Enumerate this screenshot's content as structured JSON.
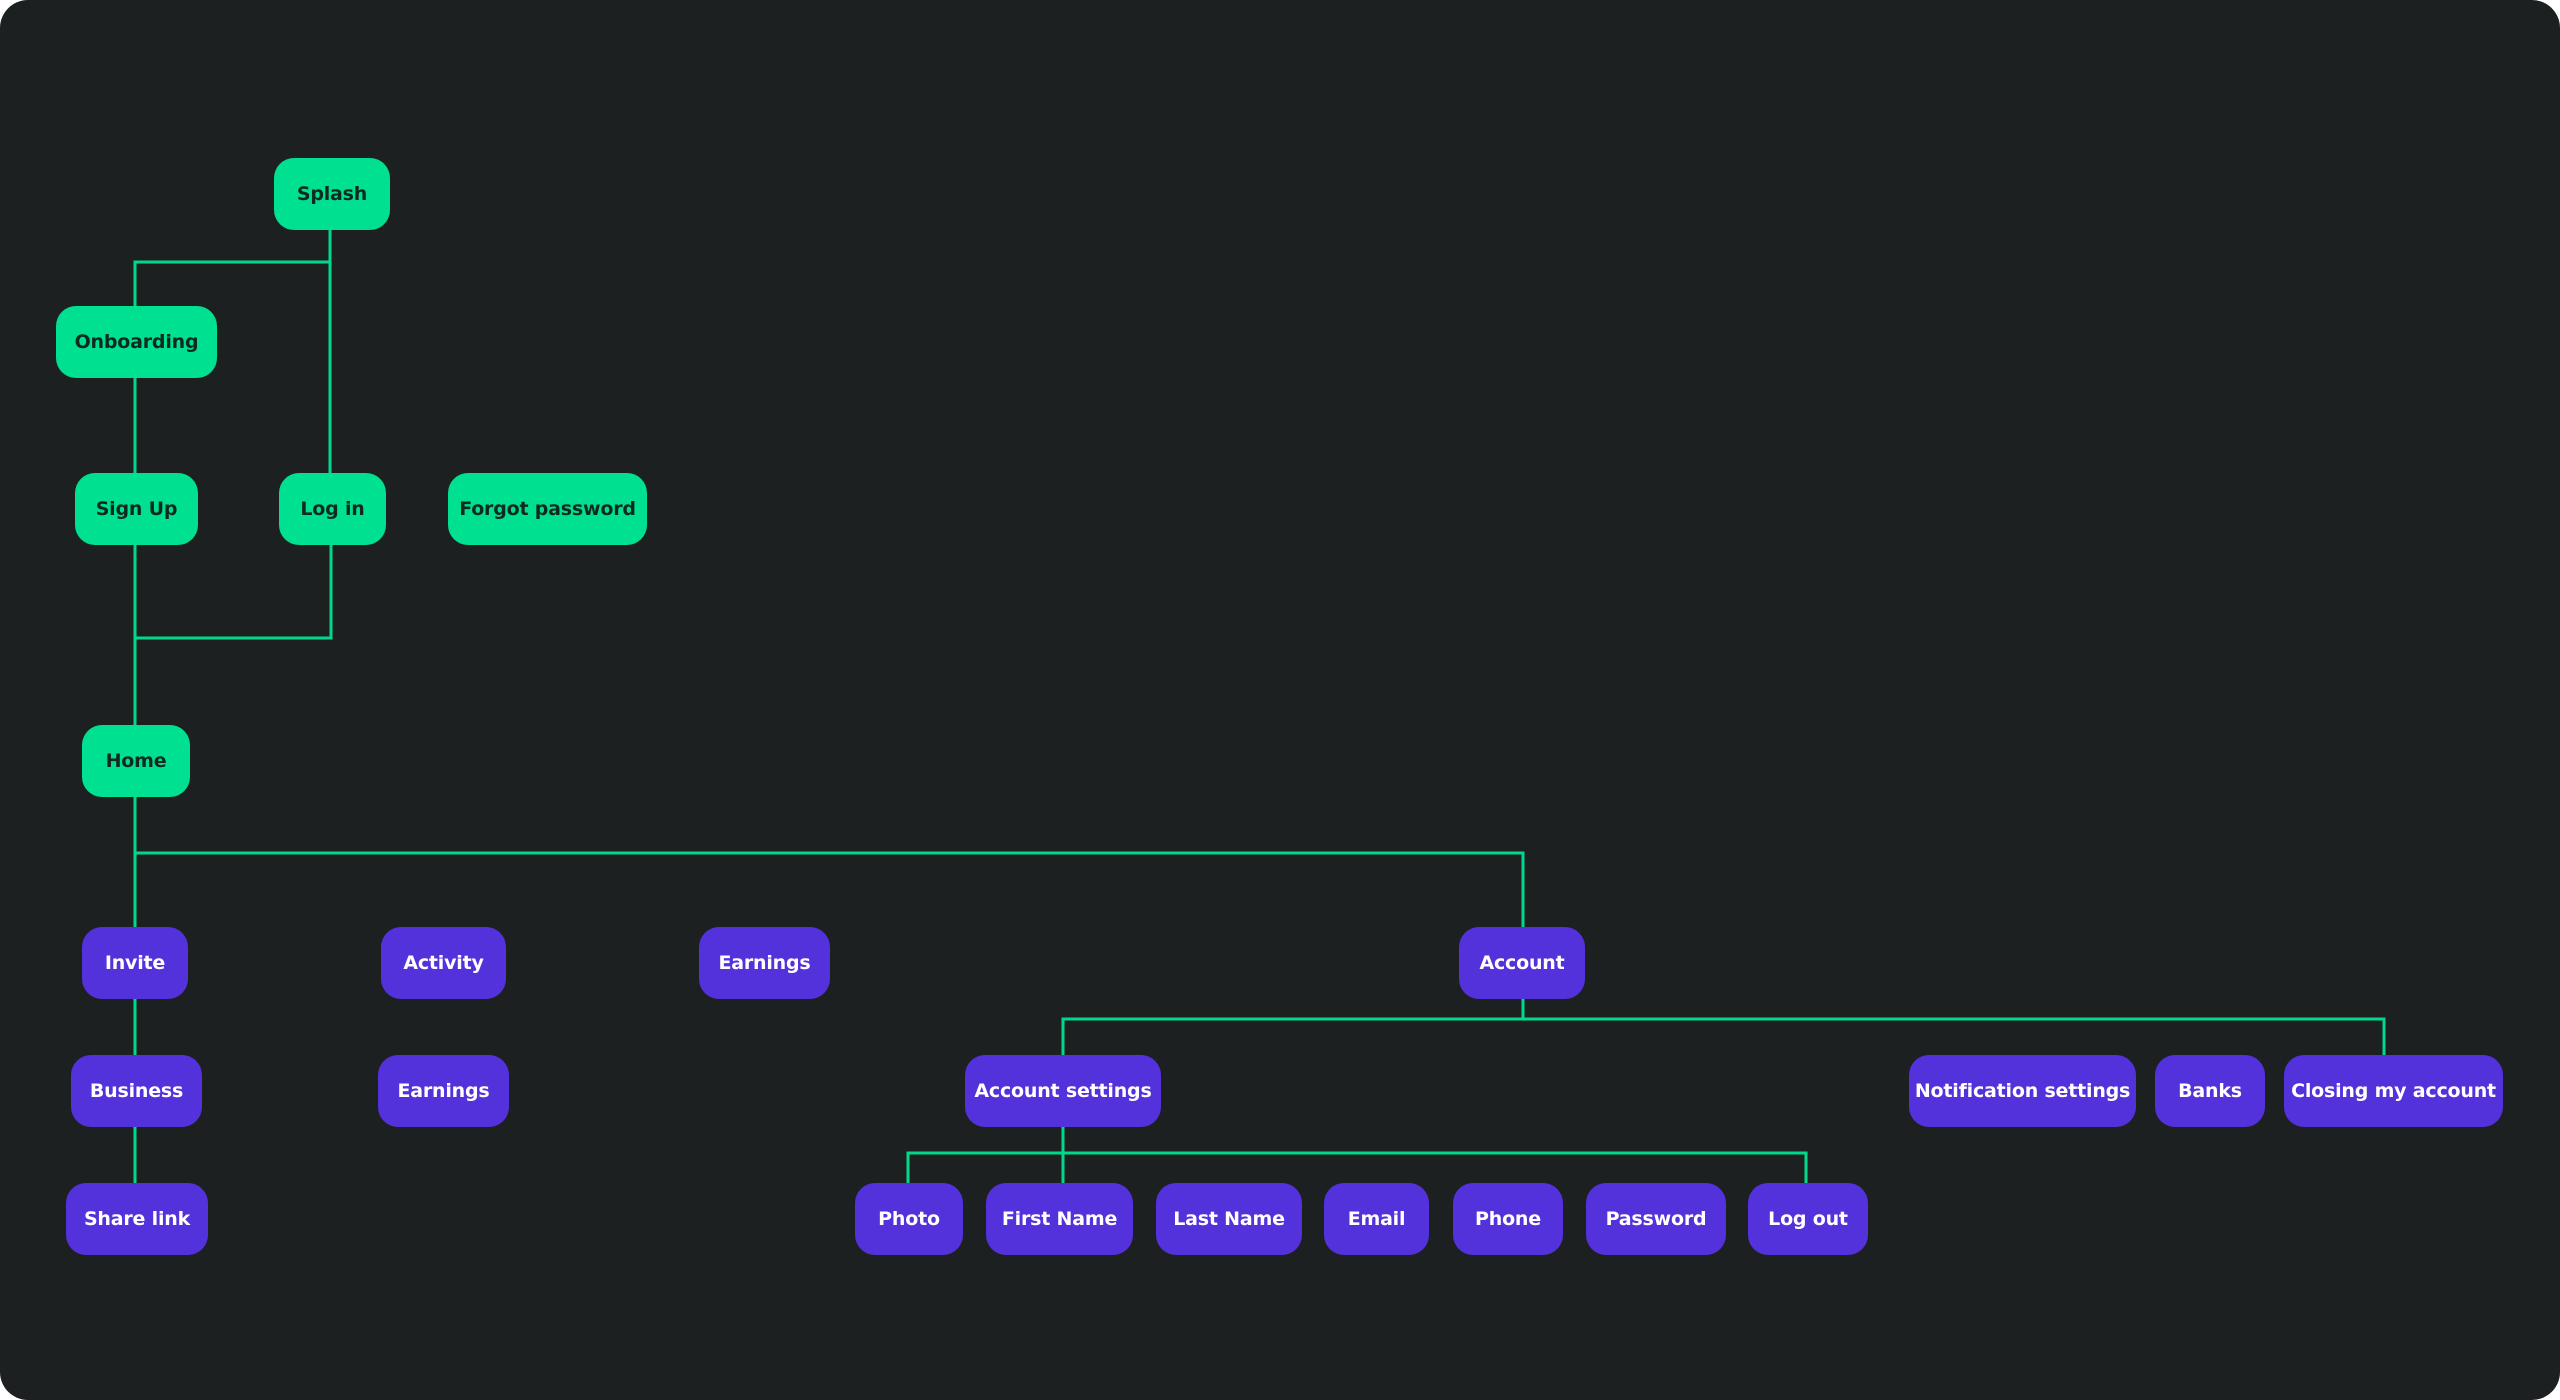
{
  "colors": {
    "background": "#1c2020",
    "auth_node": "#00e091",
    "app_node": "#5331db",
    "connector": "#00d98b"
  },
  "nodes": {
    "splash": "Splash",
    "onboarding": "Onboarding",
    "sign_up": "Sign Up",
    "log_in": "Log in",
    "forgot_password": "Forgot password",
    "home": "Home",
    "invite": "Invite",
    "activity": "Activity",
    "earnings_top": "Earnings",
    "account": "Account",
    "business": "Business",
    "earnings_sub": "Earnings",
    "account_settings": "Account settings",
    "notification_settings": "Notification settings",
    "banks": "Banks",
    "closing_my_account": "Closing my account",
    "share_link": "Share link",
    "photo": "Photo",
    "first_name": "First Name",
    "last_name": "Last Name",
    "email": "Email",
    "phone": "Phone",
    "password": "Password",
    "log_out": "Log out"
  }
}
